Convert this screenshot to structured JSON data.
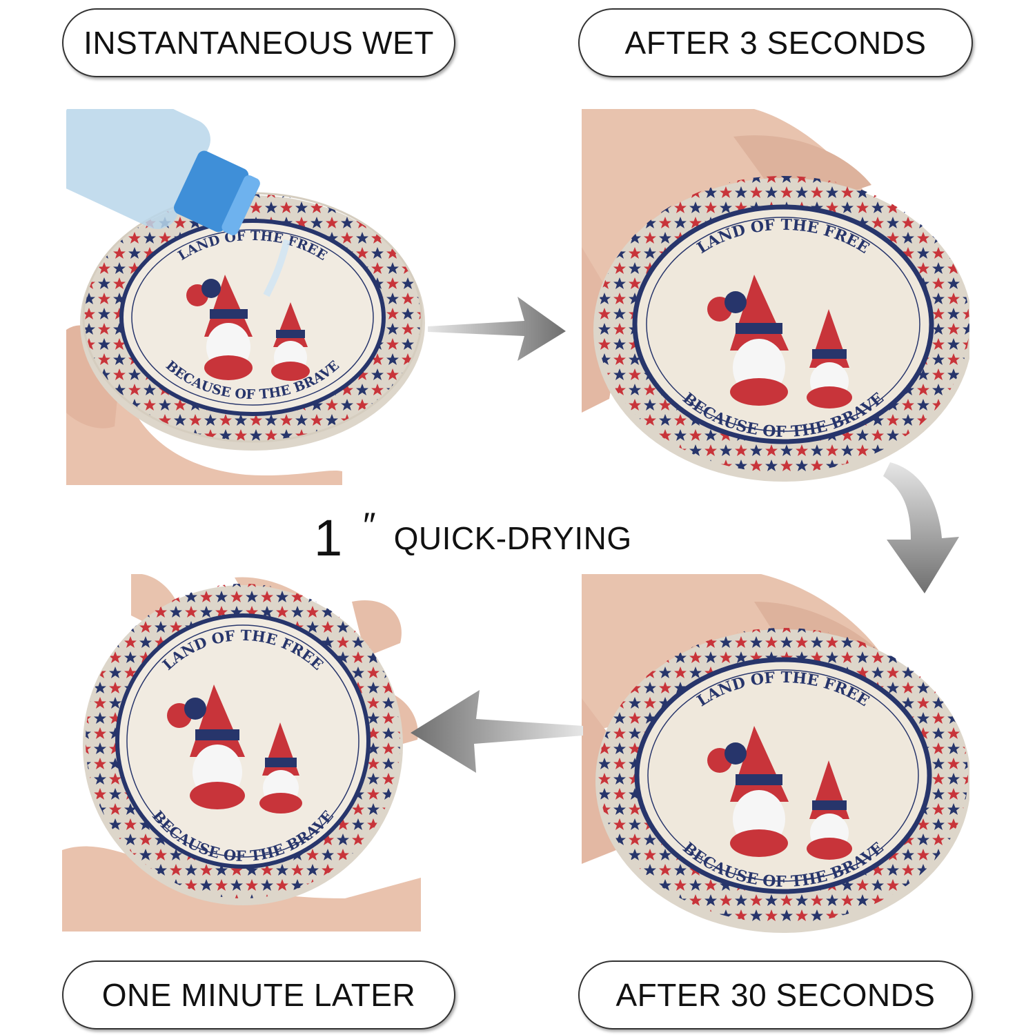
{
  "labels": {
    "step1": "INSTANTANEOUS WET",
    "step2": "AFTER 3 SECONDS",
    "step3": "AFTER 30 SECONDS",
    "step4": "ONE MINUTE LATER"
  },
  "center_caption": {
    "number": "1",
    "mark": "″",
    "text": "QUICK-DRYING"
  },
  "coaster": {
    "top_text": "LAND OF THE FREE",
    "bottom_text": "BECAUSE OF THE BRAVE"
  },
  "colors": {
    "star_red": "#c8343a",
    "star_blue": "#27356b",
    "coaster_bg": "#f1ebe1",
    "arrow_gray": "#8a8a8a"
  }
}
